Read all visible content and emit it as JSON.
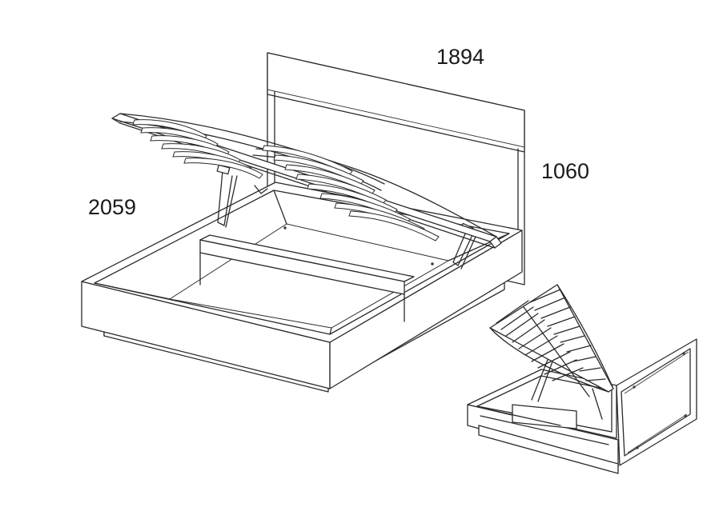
{
  "dimensions": {
    "width": "1894",
    "height": "1060",
    "length": "2059"
  },
  "colors": {
    "line": "#2a2a2a",
    "background": "#ffffff"
  }
}
